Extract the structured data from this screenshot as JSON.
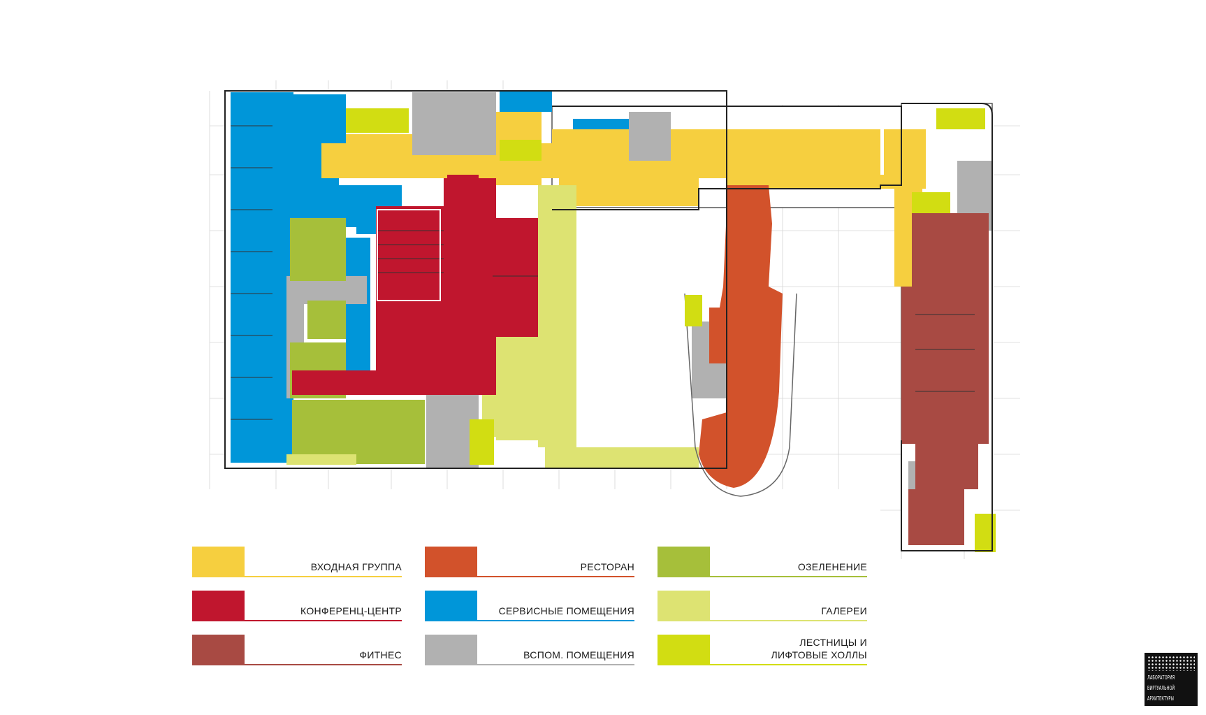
{
  "colors": {
    "entrance": "#f6cf3f",
    "conference": "#c0162e",
    "fitness": "#a84a43",
    "restaurant": "#d2522b",
    "service": "#0096d9",
    "auxiliary": "#b1b1b1",
    "greenery": "#a6bf3a",
    "galleries": "#dde372",
    "stairs": "#d2dd12"
  },
  "legend": [
    {
      "key": "entrance",
      "label": "ВХОДНАЯ ГРУППА",
      "color": "#f6cf3f"
    },
    {
      "key": "restaurant",
      "label": "РЕСТОРАН",
      "color": "#d2522b"
    },
    {
      "key": "greenery",
      "label": "ОЗЕЛЕНЕНИЕ",
      "color": "#a6bf3a"
    },
    {
      "key": "conference",
      "label": "КОНФЕРЕНЦ-ЦЕНТР",
      "color": "#c0162e"
    },
    {
      "key": "service",
      "label": "СЕРВИСНЫЕ ПОМЕЩЕНИЯ",
      "color": "#0096d9"
    },
    {
      "key": "galleries",
      "label": "ГАЛЕРЕИ",
      "color": "#dde372"
    },
    {
      "key": "fitness",
      "label": "ФИТНЕС",
      "color": "#a84a43"
    },
    {
      "key": "auxiliary",
      "label": "ВСПОМ. ПОМЕЩЕНИЯ",
      "color": "#b1b1b1"
    },
    {
      "key": "stairs",
      "label": "ЛЕСТНИЦЫ И\nЛИФТОВЫЕ ХОЛЛЫ",
      "color": "#d2dd12"
    }
  ],
  "logo": {
    "text_lines": [
      "ЛАБОРАТОРИЯ",
      "ВИРТУАЛЬНОЙ",
      "АРХИТЕКТУРЫ"
    ]
  }
}
